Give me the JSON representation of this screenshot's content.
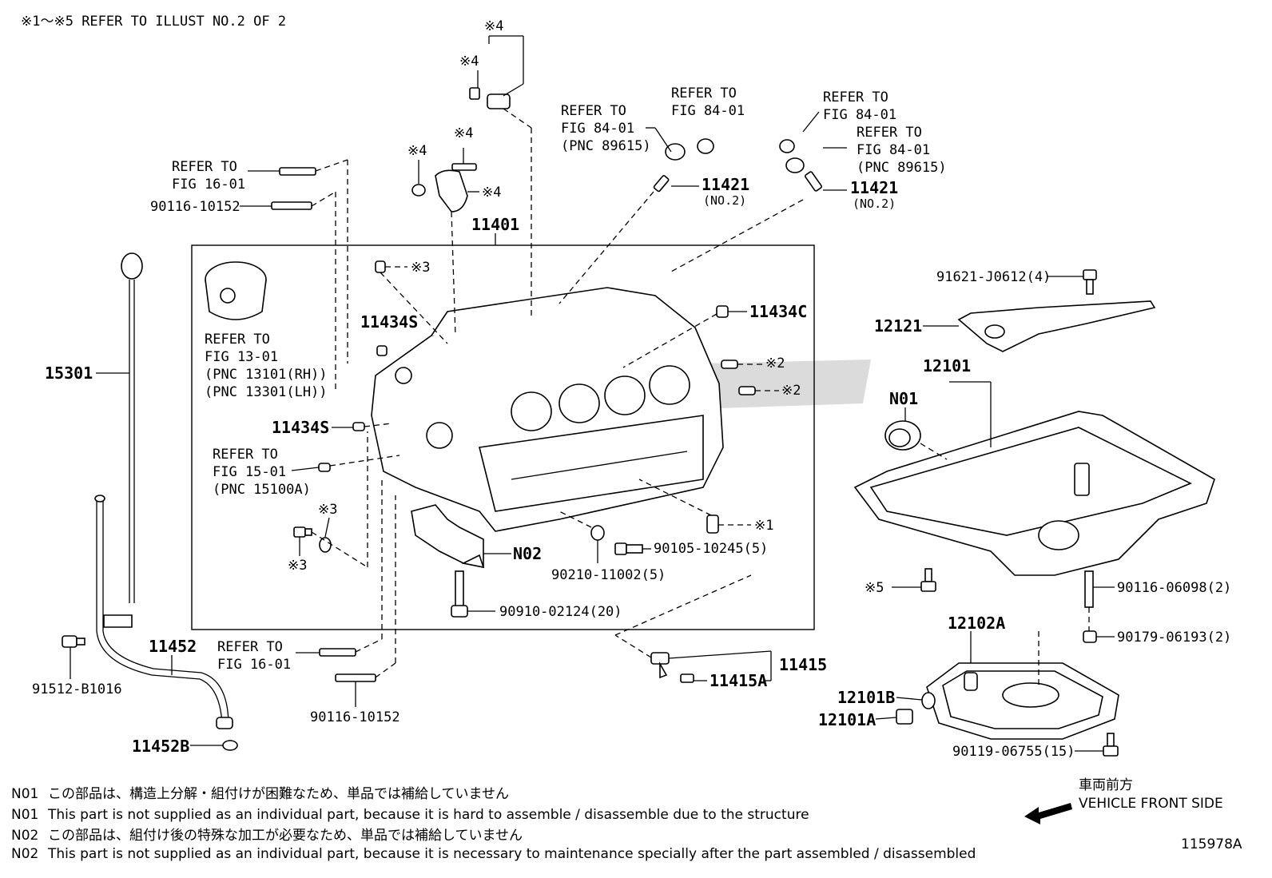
{
  "header_note": "※1～※5 REFER TO ILLUST NO.2 OF 2",
  "labels": {
    "refer_fig_16_top_l1": "REFER TO",
    "refer_fig_16_top_l2": "FIG 16-01",
    "p90116_10152_top": "90116-10152",
    "star4_top": "※4",
    "star4_a": "※4",
    "star4_b": "※4",
    "star4_c": "※4",
    "star4_d": "※4",
    "refer_84_a_l1": "REFER TO",
    "refer_84_a_l2": "FIG 84-01",
    "refer_84_a_l3": "(PNC 89615)",
    "refer_84_b_l1": "REFER TO",
    "refer_84_b_l2": "FIG 84-01",
    "p11421_a": "11421",
    "p11421_a_sub": "(NO.2)",
    "refer_84_c_l1": "REFER TO",
    "refer_84_c_l2": "FIG 84-01",
    "refer_84_d_l1": "REFER TO",
    "refer_84_d_l2": "FIG 84-01",
    "refer_84_d_l3": "(PNC 89615)",
    "p11421_b": "11421",
    "p11421_b_sub": "(NO.2)",
    "p11401": "11401",
    "star3_top": "※3",
    "p11434S_top": "11434S",
    "p11434C": "11434C",
    "star2_a": "※2",
    "star2_b": "※2",
    "refer_13_l1": "REFER TO",
    "refer_13_l2": "FIG 13-01",
    "refer_13_l3": "(PNC 13101(RH))",
    "refer_13_l4": "(PNC 13301(LH))",
    "p11434S_mid": "11434S",
    "refer_15_l1": "REFER TO",
    "refer_15_l2": "FIG 15-01",
    "refer_15_l3": "(PNC 15100A)",
    "p15301": "15301",
    "star3_a": "※3",
    "star3_b": "※3",
    "pN02": "N02",
    "star1": "※1",
    "p90105": "90105-10245(5)",
    "p90210": "90210-11002(5)",
    "p90910": "90910-02124(20)",
    "refer_16_bot_l1": "REFER TO",
    "refer_16_bot_l2": "FIG 16-01",
    "p90116_10152_bot": "90116-10152",
    "p11452": "11452",
    "p91512": "91512-B1016",
    "p11452B": "11452B",
    "p11415": "11415",
    "p11415A": "11415A",
    "p91621": "91621-J0612(4)",
    "p12121": "12121",
    "p12101": "12101",
    "pN01": "N01",
    "star5": "※5",
    "p90116_06098": "90116-06098(2)",
    "p12102A": "12102A",
    "p90179": "90179-06193(2)",
    "p12101B": "12101B",
    "p12101A": "12101A",
    "p90119": "90119-06755(15)"
  },
  "notes": [
    {
      "code": "N01",
      "text": "この部品は、構造上分解・組付けが困難なため、単品では補給していません"
    },
    {
      "code": "N01",
      "text": "This part is not supplied as an individual part, because it is hard to assemble / disassemble due to the structure"
    },
    {
      "code": "N02",
      "text": "この部品は、組付け後の特殊な加工が必要なため、単品では補給していません"
    },
    {
      "code": "N02",
      "text": "This part is not supplied as an individual part, because it is necessary to maintenance specially after the part assembled / disassembled"
    }
  ],
  "front_jp": "車両前方",
  "front_en": "VEHICLE FRONT SIDE",
  "illust_no": "115978A"
}
